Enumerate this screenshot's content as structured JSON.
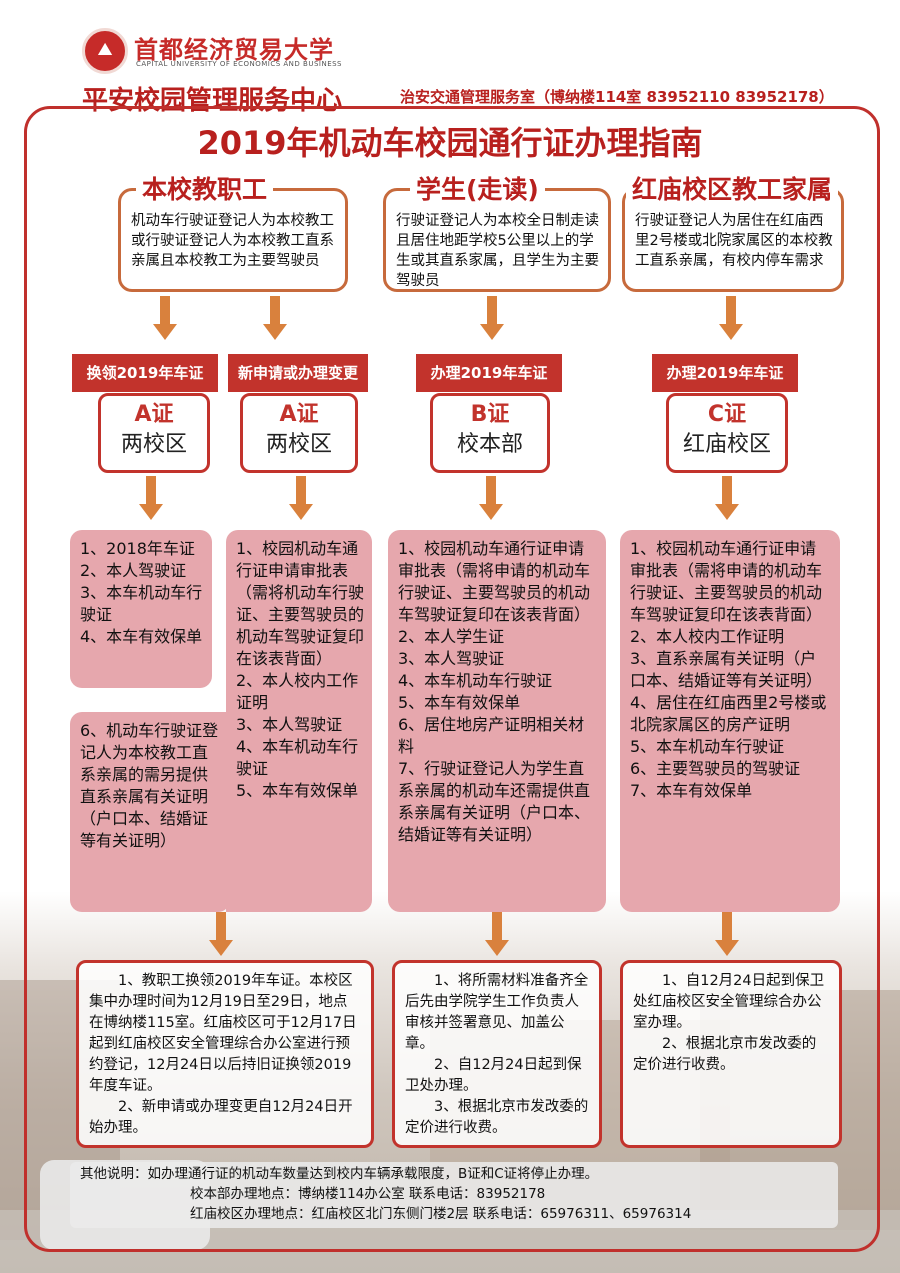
{
  "header": {
    "univ_name": "首都经济贸易大学",
    "univ_en": "CAPITAL UNIVERSITY OF ECONOMICS AND BUSINESS",
    "center_name": "平安校园管理服务中心",
    "office": "治安交通管理服务室（博纳楼114室  83952110  83952178）"
  },
  "title": "2019年机动车校园通行证办理指南",
  "categories": [
    {
      "title": "本校教职工",
      "desc": "机动车行驶证登记人为本校教工或行驶证登记人为本校教工直系亲属且本校教工为主要驾驶员"
    },
    {
      "title": "学生(走读)",
      "desc": "行驶证登记人为本校全日制走读且居住地距学校5公里以上的学生或其直系家属，且学生为主要驾驶员"
    },
    {
      "title": "红庙校区教工家属",
      "desc": "行驶证登记人为居住在红庙西里2号楼或北院家属区的本校教工直系亲属，有校内停车需求"
    }
  ],
  "actions": [
    {
      "label": "换领2019年车证",
      "cert": "A证",
      "area": "两校区"
    },
    {
      "label": "新申请或办理变更",
      "cert": "A证",
      "area": "两校区"
    },
    {
      "label": "办理2019年车证",
      "cert": "B证",
      "area": "校本部"
    },
    {
      "label": "办理2019年车证",
      "cert": "C证",
      "area": "红庙校区"
    }
  ],
  "lists": {
    "renew": [
      "1、2018年车证",
      "2、本人驾驶证",
      "3、本车机动车行驶证",
      "4、本车有效保单"
    ],
    "renew_extra": [
      "6、机动车行驶证登记人为本校教工直系亲属的需另提供直系亲属有关证明（户口本、结婚证等有关证明）"
    ],
    "new": [
      "1、校园机动车通行证申请审批表（需将机动车行驶证、主要驾驶员的机动车驾驶证复印在该表背面）",
      "2、本人校内工作证明",
      "3、本人驾驶证",
      "4、本车机动车行驶证",
      "5、本车有效保单"
    ],
    "student": [
      "1、校园机动车通行证申请审批表（需将申请的机动车行驶证、主要驾驶员的机动车驾驶证复印在该表背面）",
      "2、本人学生证",
      "3、本人驾驶证",
      "4、本车机动车行驶证",
      "5、本车有效保单",
      "6、居住地房产证明相关材料",
      "7、行驶证登记人为学生直系亲属的机动车还需提供直系亲属有关证明（户口本、结婚证等有关证明）"
    ],
    "family": [
      "1、校园机动车通行证申请审批表（需将申请的机动车行驶证、主要驾驶员的机动车驾驶证复印在该表背面）",
      "2、本人校内工作证明",
      "3、直系亲属有关证明（户口本、结婚证等有关证明）",
      "4、居住在红庙西里2号楼或北院家属区的房产证明",
      "5、本车机动车行驶证",
      "6、主要驾驶员的驾驶证",
      "7、本车有效保单"
    ]
  },
  "notes": {
    "staff": [
      "1、教职工换领2019年车证。本校区集中办理时间为12月19日至29日，地点在博纳楼115室。红庙校区可于12月17日起到红庙校区安全管理综合办公室进行预约登记，12月24日以后持旧证换领2019年度车证。",
      "2、新申请或办理变更自12月24日开始办理。"
    ],
    "student": [
      "1、将所需材料准备齐全后先由学院学生工作负责人审核并签署意见、加盖公章。",
      "2、自12月24日起到保卫处办理。",
      "3、根据北京市发改委的定价进行收费。"
    ],
    "family": [
      "1、自12月24日起到保卫处红庙校区安全管理综合办公室办理。",
      "2、根据北京市发改委的定价进行收费。"
    ]
  },
  "other": {
    "line1": "其他说明：如办理通行证的机动车数量达到校内车辆承载限度，B证和C证将停止办理。",
    "line2": "校本部办理地点：博纳楼114办公室    联系电话：83952178",
    "line3": "红庙校区办理地点：红庙校区北门东侧门楼2层    联系电话：65976311、65976314"
  },
  "colors": {
    "primary_red": "#c2332c",
    "orange_arrow": "#d9813d",
    "pink_fill": "#e6a7ad"
  }
}
